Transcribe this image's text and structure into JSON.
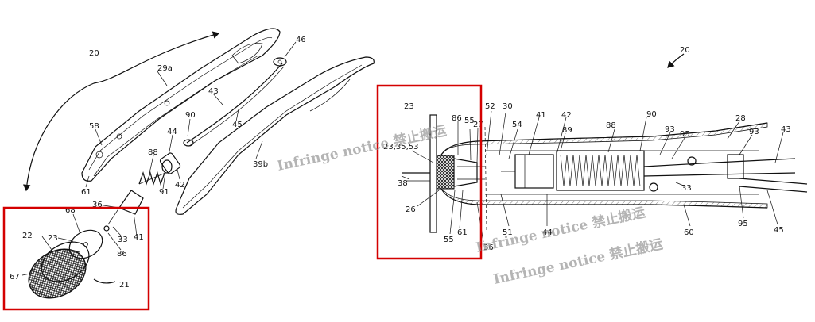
{
  "labels": {
    "fig_left_ref": "20",
    "l29a": "29a",
    "l46": "46",
    "l43": "43",
    "l90": "90",
    "l45": "45",
    "l58": "58",
    "l44": "44",
    "l88": "88",
    "l39b": "39b",
    "l61": "61",
    "l91": "91",
    "l42": "42",
    "l36": "36",
    "l68": "68",
    "l22": "22",
    "l23": "23",
    "l33": "33",
    "l41": "41",
    "l86": "86",
    "l67": "67",
    "l21": "21",
    "fig_right_ref": "20",
    "r23": "23",
    "r86": "86",
    "r55a": "55",
    "r27": "27",
    "r52": "52",
    "r30": "30",
    "r54": "54",
    "r41": "41",
    "r42": "42",
    "r89": "89",
    "r88": "88",
    "r90": "90",
    "r93a": "93",
    "r95a": "95",
    "r28": "28",
    "r93b": "93",
    "r43": "43",
    "r233553": "23,35,53",
    "r38": "38",
    "r26": "26",
    "r55b": "55",
    "r61": "61",
    "r51": "51",
    "r44": "44",
    "r33": "33",
    "r60": "60",
    "r95b": "95",
    "r45": "45",
    "r36": "36"
  },
  "watermarks": {
    "wm1": "Infringe notice  禁止搬运",
    "wm2": "Infringe notice  禁止搬运",
    "wm3": "Infringe notice  禁止搬运"
  }
}
